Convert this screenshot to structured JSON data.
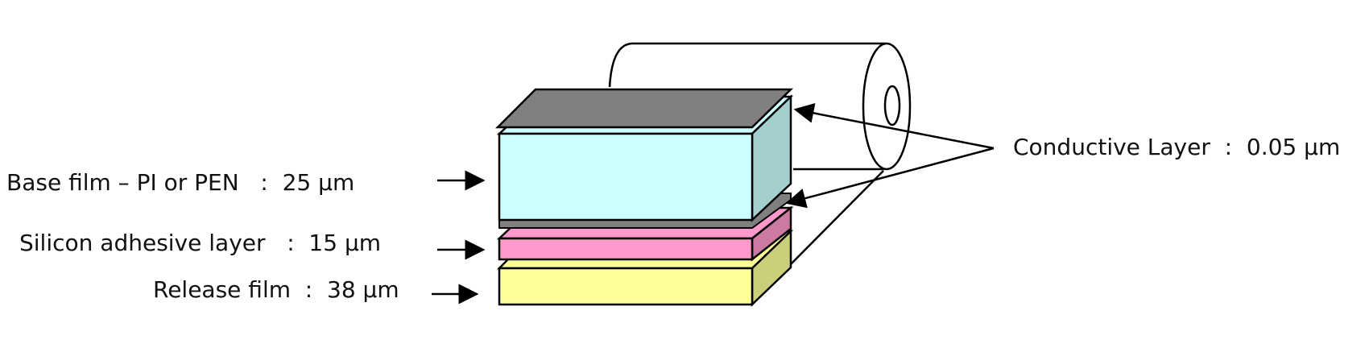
{
  "labels": {
    "base_film": "Base film – PI or PEN   :  25 μm",
    "silicon_adhesive": "Silicon adhesive layer   :  15 μm",
    "release_film": "Release film  :  38 μm",
    "conductive_layer": "Conductive Layer  :  0.05 μm"
  },
  "colors": {
    "base_film_front": "#ccffff",
    "base_film_side": "#a3cfcf",
    "conductive_top": "#808080",
    "adhesive_front": "#ff99cc",
    "adhesive_side": "#cc7aa3",
    "release_front": "#ffff99",
    "release_side": "#cccf7a",
    "outline": "#000000"
  }
}
